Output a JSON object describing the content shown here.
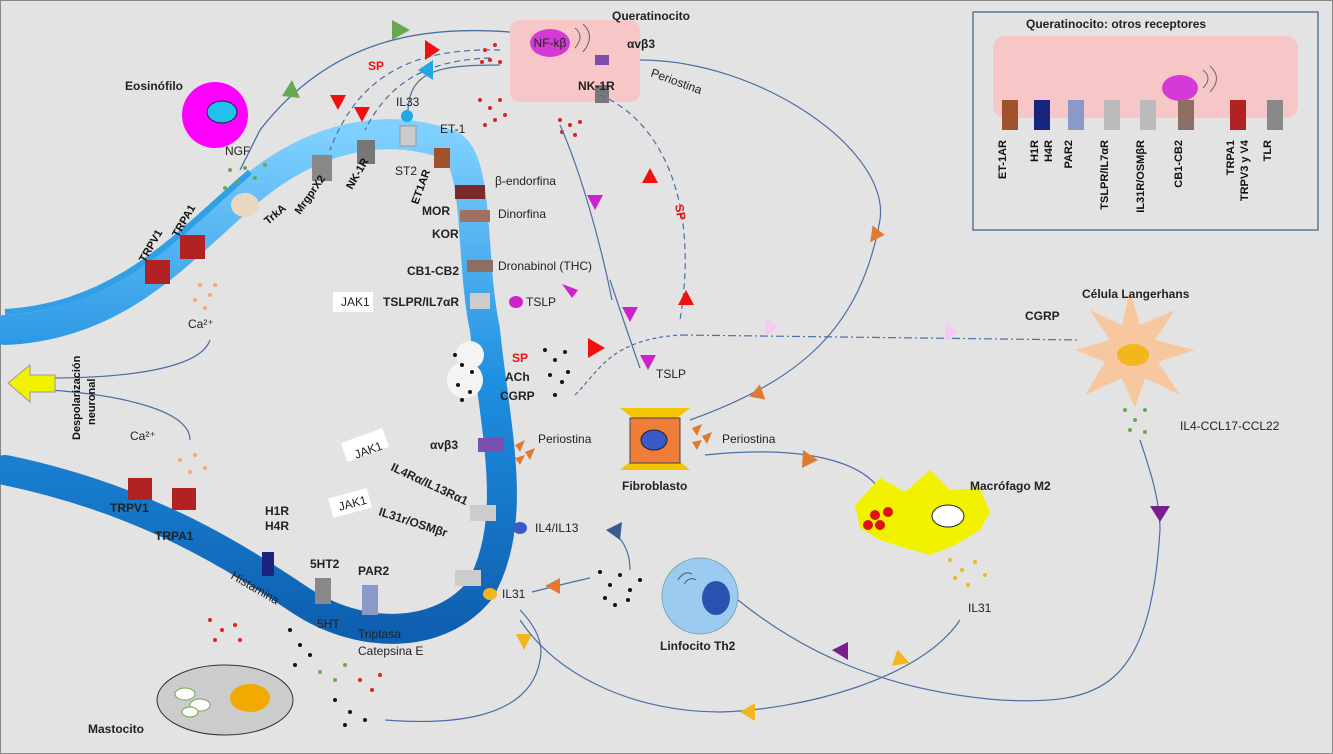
{
  "colors": {
    "background": "#e3e3e3",
    "neuron": "#2f9fe6",
    "keratinocyte": "#f7c6c6",
    "eosinophil": "#ff00ff",
    "substance_p_arrow": "#ee1111",
    "magenta_arrow": "#cc22cc",
    "orange_arrow": "#e07a30",
    "green_arrow": "#6aa84f",
    "blue_arrow": "#22a6e6",
    "yellow_arrow": "#f2b71d",
    "purple_arrow": "#7a1e8c",
    "macrophage": "#f2f200",
    "langerhans": "#f7c8a0",
    "fibroblast": "#ee7d3a",
    "lymphocyte": "#9ccbf2"
  },
  "labels": {
    "queratinocito": "Queratinocito",
    "nfkb": "NF-kβ",
    "avb3_top": "αvβ3",
    "nk1r_top": "NK-1R",
    "periostina_top": "Periostina",
    "sp_top": "SP",
    "sp_right": "SP",
    "il33": "IL33",
    "st2": "ST2",
    "et1": "ET-1",
    "et1ar": "ET1AR",
    "mor": "MOR",
    "kor": "KOR",
    "bendorfina": "β-endorfina",
    "dinorfina": "Dinorfina",
    "cb": "CB1-CB2",
    "dronabinol": "Dronabinol (THC)",
    "jak1_a": "JAK1",
    "tslpr": "TSLPR/IL7αR",
    "tslp_a": "TSLP",
    "tslp_b": "TSLP",
    "eosinofilo": "Eosinófilo",
    "ngf": "NGF",
    "trka": "TrkA",
    "mrgprx2": "MrgprX2",
    "nk1r_neuron": "NK-1R",
    "trpv1_top": "TRPV1",
    "trpa1_top": "TRPA1",
    "ca_top": "Ca²⁺",
    "despol_1": "Despolarización",
    "despol_2": "neuronal",
    "ca_bottom": "Ca²⁺",
    "trpv1_bottom": "TRPV1",
    "trpa1_bottom": "TRPA1",
    "h1r": "H1R",
    "h4r": "H4R",
    "ht2": "5HT2",
    "par2": "PAR2",
    "histamina": "Histamina",
    "ht": "5HT",
    "triptasa": "Triptasa",
    "catepsina": "Catepsina E",
    "mastocito": "Mastocito",
    "sp_mid": "SP",
    "ach": "ACh",
    "cgrp_mid": "CGRP",
    "avb3_mid": "αvβ3",
    "jak1_b": "JAK1",
    "il4ra": "IL4Rα/IL13Rα1",
    "jak1_c": "JAK1",
    "il31r": "IL31r/OSMβr",
    "periostina_left": "Periostina",
    "periostina_right": "Periostina",
    "fibroblasto": "Fibroblasto",
    "il4il13": "IL4/IL13",
    "il31_left": "IL31",
    "il31_right": "IL31",
    "linfocito": "Linfocito Th2",
    "macrofago": "Macrófago M2",
    "langerhans": "Célula Langerhans",
    "cgrp_right": "CGRP",
    "il4ccl": "IL4-CCL17-CCL22"
  },
  "inset": {
    "title": "Queratinocito: otros receptores",
    "receptors": [
      {
        "label": "ET-1AR",
        "color": "#a0522d"
      },
      {
        "label": "H1R\nH4R",
        "color": "#1a237e"
      },
      {
        "label": "PAR2",
        "color": "#8a9ac8"
      },
      {
        "label": "TSLPR/IL7αR",
        "color": "#bbbbbb"
      },
      {
        "label": "IL31R/OSMβR",
        "color": "#bbbbbb"
      },
      {
        "label": "CB1-CB2",
        "color": "#8d6e63"
      },
      {
        "label": "TRPA1\nTRPV3 y V4",
        "color": "#b22222"
      },
      {
        "label": "TLR",
        "color": "#888888"
      }
    ]
  }
}
